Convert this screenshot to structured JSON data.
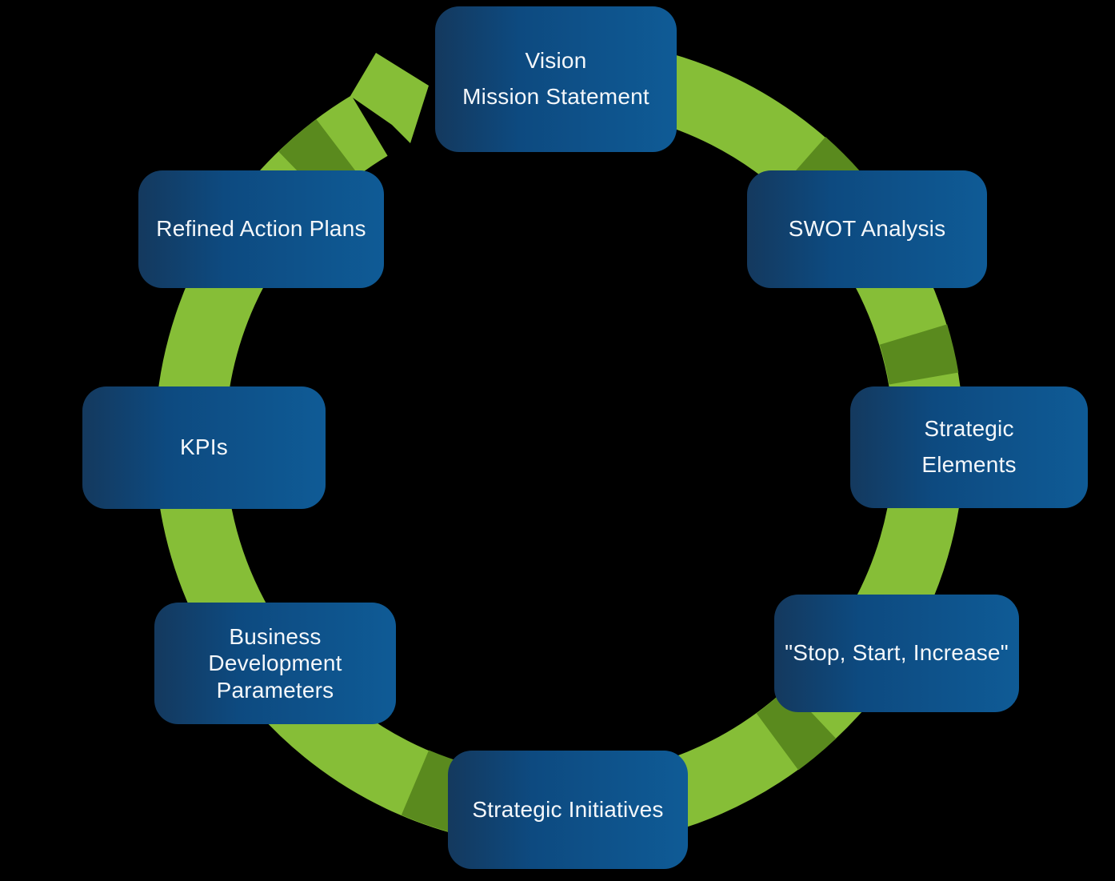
{
  "diagram": {
    "type": "cycle",
    "direction": "clockwise",
    "background_color": "#000000",
    "colors": {
      "ring_green": "#86BE37",
      "ring_green_shade": "#5A8A1E",
      "box_gradient_left": "#14395E",
      "box_gradient_right": "#0F5B96",
      "text": "#F4F7FA"
    },
    "steps": [
      {
        "id": "vision",
        "lines": [
          "Vision",
          "Mission Statement"
        ]
      },
      {
        "id": "swot-analysis",
        "lines": [
          "SWOT Analysis"
        ]
      },
      {
        "id": "strategic-elements",
        "lines": [
          "Strategic",
          "Elements"
        ]
      },
      {
        "id": "stop-start-increase",
        "lines": [
          "\"Stop, Start, Increase\""
        ]
      },
      {
        "id": "strategic-initiatives",
        "lines": [
          "Strategic Initiatives"
        ]
      },
      {
        "id": "business-development-parameters",
        "lines": [
          "Business",
          "Development",
          "Parameters"
        ]
      },
      {
        "id": "kpis",
        "lines": [
          "KPIs"
        ]
      },
      {
        "id": "refined-action-plans",
        "lines": [
          "Refined Action Plans"
        ]
      }
    ]
  }
}
